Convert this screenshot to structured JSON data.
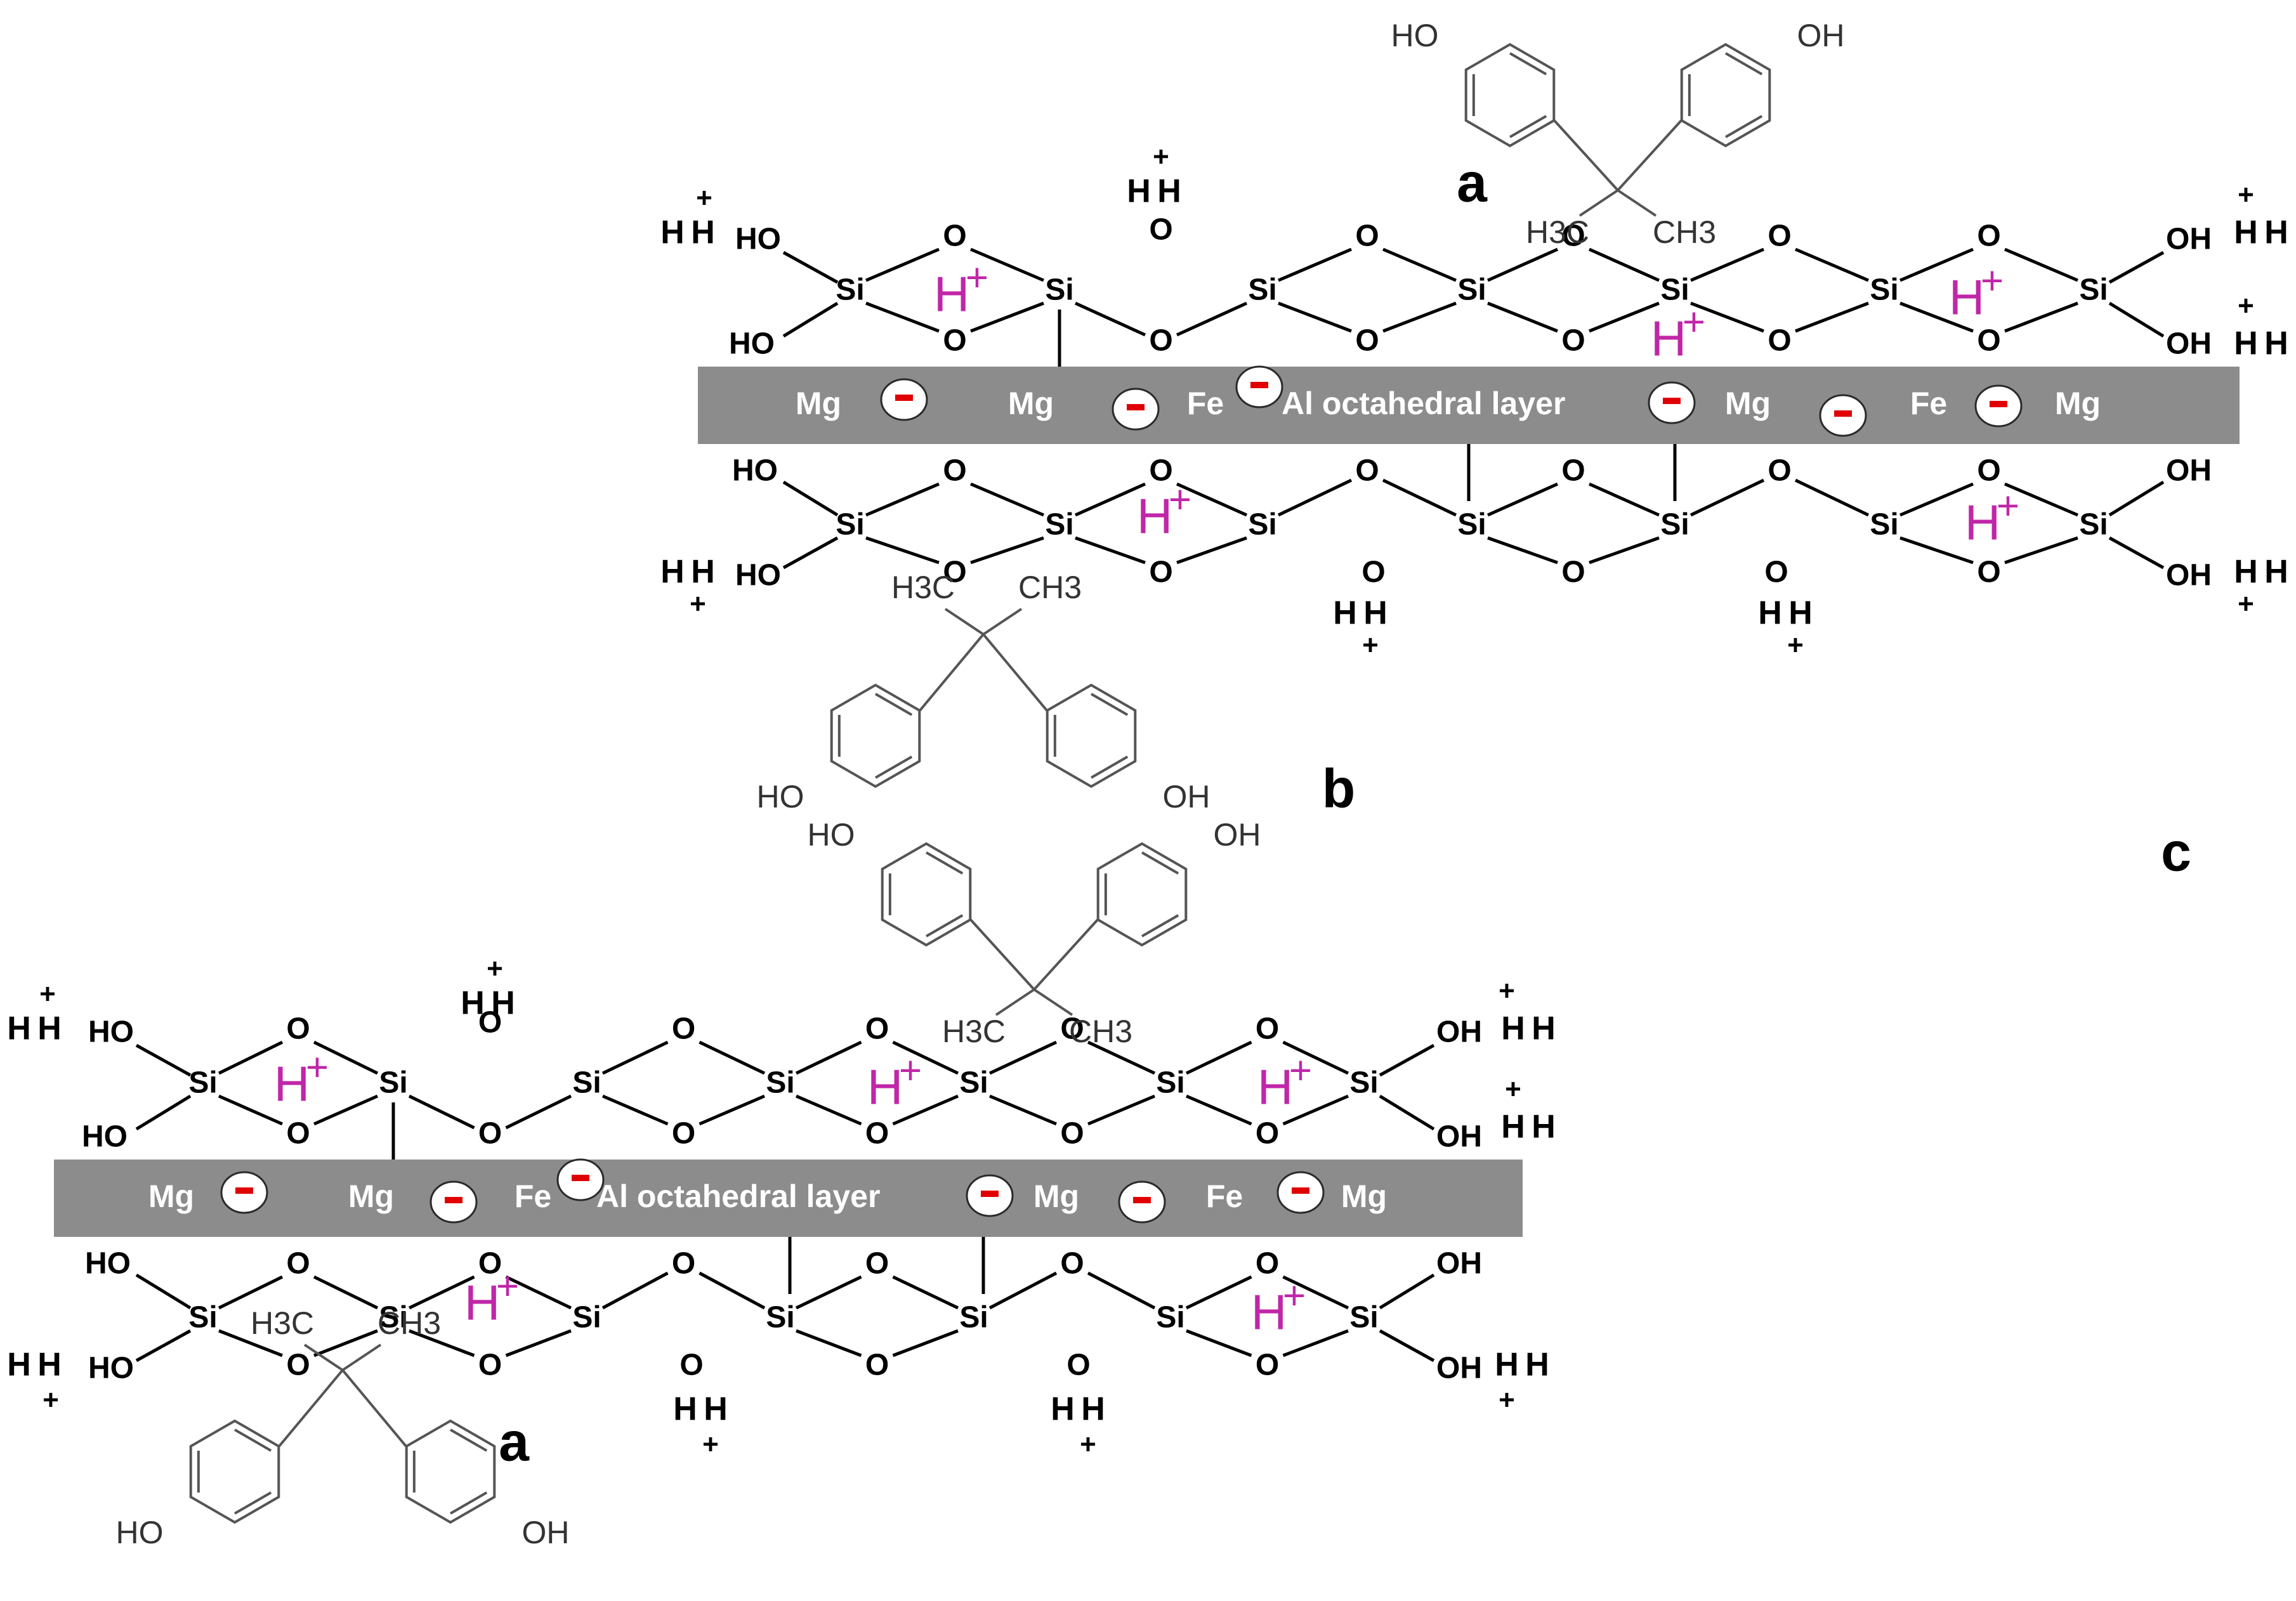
{
  "panel_labels": [
    "a",
    "b",
    "c",
    "a"
  ],
  "octahedral_layer": {
    "labels": [
      "Mg",
      "Mg",
      "Fe",
      "Al octahedral layer",
      "Mg",
      "Fe",
      "Mg"
    ],
    "band_color": "#8c8c8c"
  },
  "atoms": {
    "silicon": "Si",
    "oxygen": "O",
    "hydroxyl": "HO",
    "hydroxyl_right": "OH",
    "hydrogen": "H",
    "proton": "H",
    "plus": "+"
  },
  "bisphenol": {
    "hydroxyl_left": "HO",
    "hydroxyl_right": "OH",
    "methyl_left": "H3C",
    "methyl_right": "CH3"
  },
  "colors": {
    "proton": "#c026a8",
    "negative_sign": "#e00000",
    "band_text": "#ffffff"
  }
}
